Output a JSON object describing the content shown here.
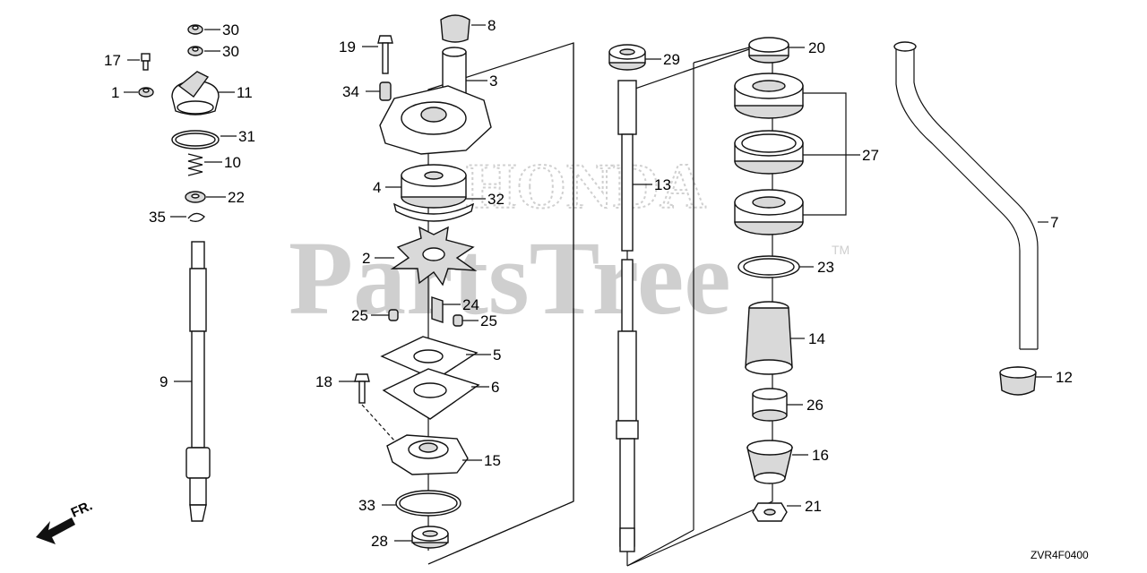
{
  "watermark": {
    "brand": "PartsTree",
    "tm": "TM",
    "maker": "HONDA"
  },
  "diagram_code": "ZVR4F0400",
  "direction_label": "FR.",
  "callouts": [
    {
      "id": "30a",
      "text": "30"
    },
    {
      "id": "30b",
      "text": "30"
    },
    {
      "id": "17",
      "text": "17"
    },
    {
      "id": "1",
      "text": "1"
    },
    {
      "id": "11",
      "text": "11"
    },
    {
      "id": "31",
      "text": "31"
    },
    {
      "id": "10",
      "text": "10"
    },
    {
      "id": "22",
      "text": "22"
    },
    {
      "id": "35",
      "text": "35"
    },
    {
      "id": "9",
      "text": "9"
    },
    {
      "id": "19",
      "text": "19"
    },
    {
      "id": "8",
      "text": "8"
    },
    {
      "id": "3",
      "text": "3"
    },
    {
      "id": "34",
      "text": "34"
    },
    {
      "id": "4",
      "text": "4"
    },
    {
      "id": "32",
      "text": "32"
    },
    {
      "id": "2",
      "text": "2"
    },
    {
      "id": "24",
      "text": "24"
    },
    {
      "id": "25a",
      "text": "25"
    },
    {
      "id": "25b",
      "text": "25"
    },
    {
      "id": "5",
      "text": "5"
    },
    {
      "id": "18",
      "text": "18"
    },
    {
      "id": "6",
      "text": "6"
    },
    {
      "id": "15",
      "text": "15"
    },
    {
      "id": "33",
      "text": "33"
    },
    {
      "id": "28",
      "text": "28"
    },
    {
      "id": "29",
      "text": "29"
    },
    {
      "id": "13",
      "text": "13"
    },
    {
      "id": "20",
      "text": "20"
    },
    {
      "id": "27",
      "text": "27"
    },
    {
      "id": "23",
      "text": "23"
    },
    {
      "id": "14",
      "text": "14"
    },
    {
      "id": "26",
      "text": "26"
    },
    {
      "id": "16",
      "text": "16"
    },
    {
      "id": "21",
      "text": "21"
    },
    {
      "id": "7",
      "text": "7"
    },
    {
      "id": "12",
      "text": "12"
    }
  ]
}
